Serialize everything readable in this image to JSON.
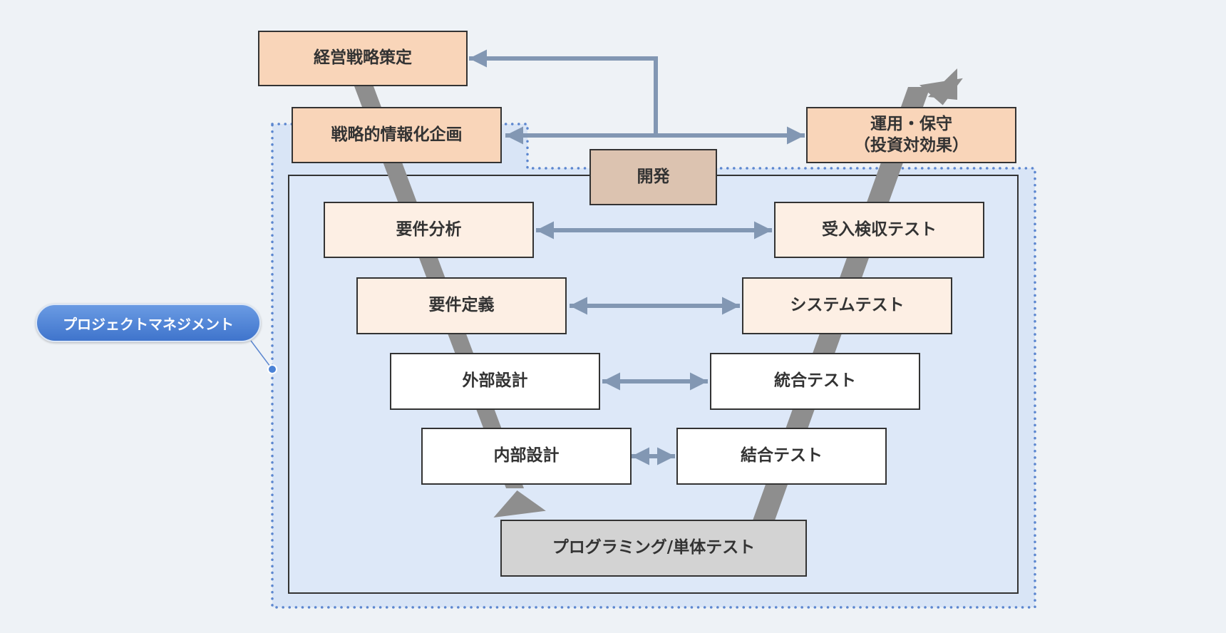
{
  "nodes": {
    "management_strategy": "経営戦略策定",
    "strategic_planning": "戦略的情報化企画",
    "operation": "運用・保守\n（投資対効果）",
    "development": "開発",
    "requirements_analysis": "要件分析",
    "requirements_definition": "要件定義",
    "external_design": "外部設計",
    "internal_design": "内部設計",
    "programming": "プログラミング/単体テスト",
    "acceptance_test": "受入検収テスト",
    "system_test": "システムテスト",
    "integration_test": "統合テスト",
    "combined_test": "結合テスト"
  },
  "callout": {
    "label": "プロジェクトマネジメント"
  },
  "colors": {
    "background": "#eef2f6",
    "pm_region": "#d9e5f6",
    "pm_border": "#5b86cf",
    "dev_region": "#dde8f8",
    "v_arrow": "#8e8e8e",
    "connector": "#8297b3",
    "box_strategy": "#f9d5b9",
    "box_requirements": "#fdefe4",
    "box_design": "#ffffff",
    "box_programming": "#d3d3d3",
    "box_development": "#dcc3b0",
    "callout": "#4a82d6"
  }
}
